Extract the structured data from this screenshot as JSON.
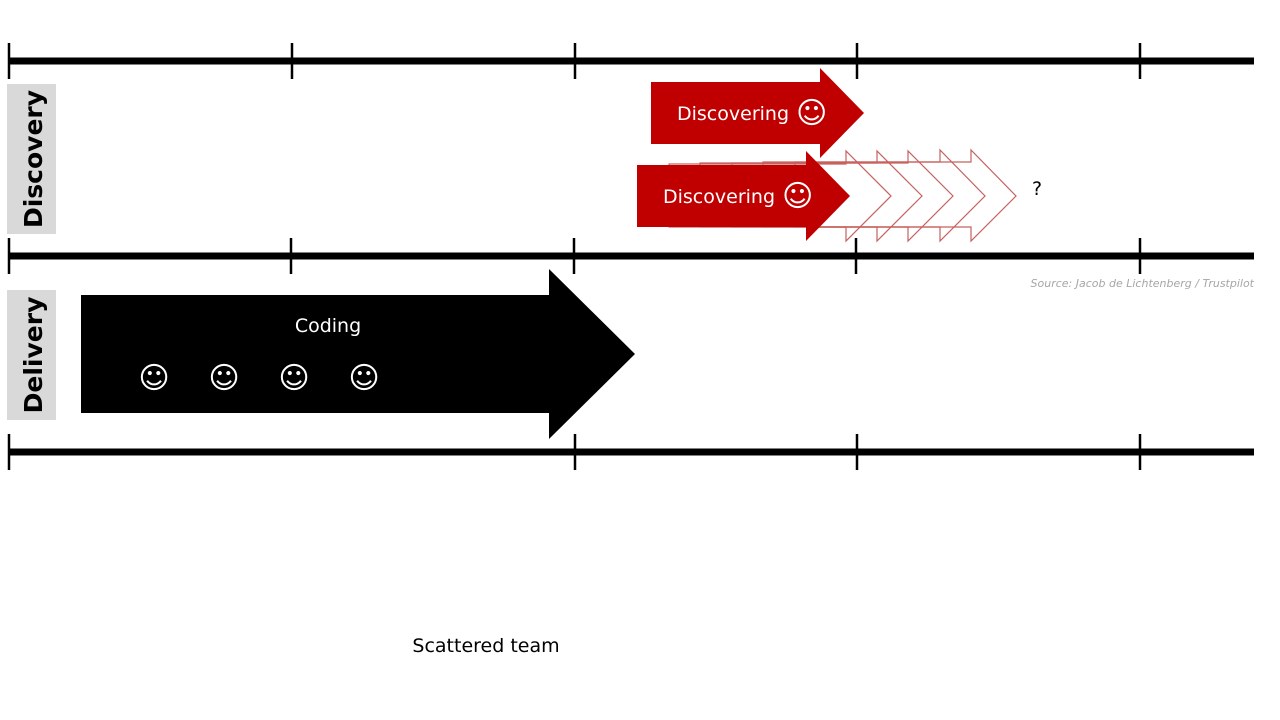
{
  "lanes": {
    "discovery": {
      "label": "Discovery"
    },
    "delivery": {
      "label": "Delivery"
    }
  },
  "arrows": {
    "discovering_1": {
      "label": "Discovering",
      "icon": "smiley-icon",
      "glyph": "☺"
    },
    "discovering_2": {
      "label": "Discovering",
      "icon": "smiley-icon",
      "glyph": "☺"
    },
    "coding": {
      "label": "Coding",
      "team_icons": [
        "☺",
        "☺",
        "☺",
        "☺"
      ]
    }
  },
  "uncertainty_marker": "?",
  "source": "Source: Jacob de Lichtenberg / Trustpilot",
  "caption": "Scattered team",
  "colors": {
    "discovery_red": "#c00000",
    "outline_red": "#c0504d",
    "delivery_black": "#000000",
    "lane_label_bg": "#d9d9d9",
    "timeline": "#000000",
    "source_gray": "#a6a6a6"
  }
}
